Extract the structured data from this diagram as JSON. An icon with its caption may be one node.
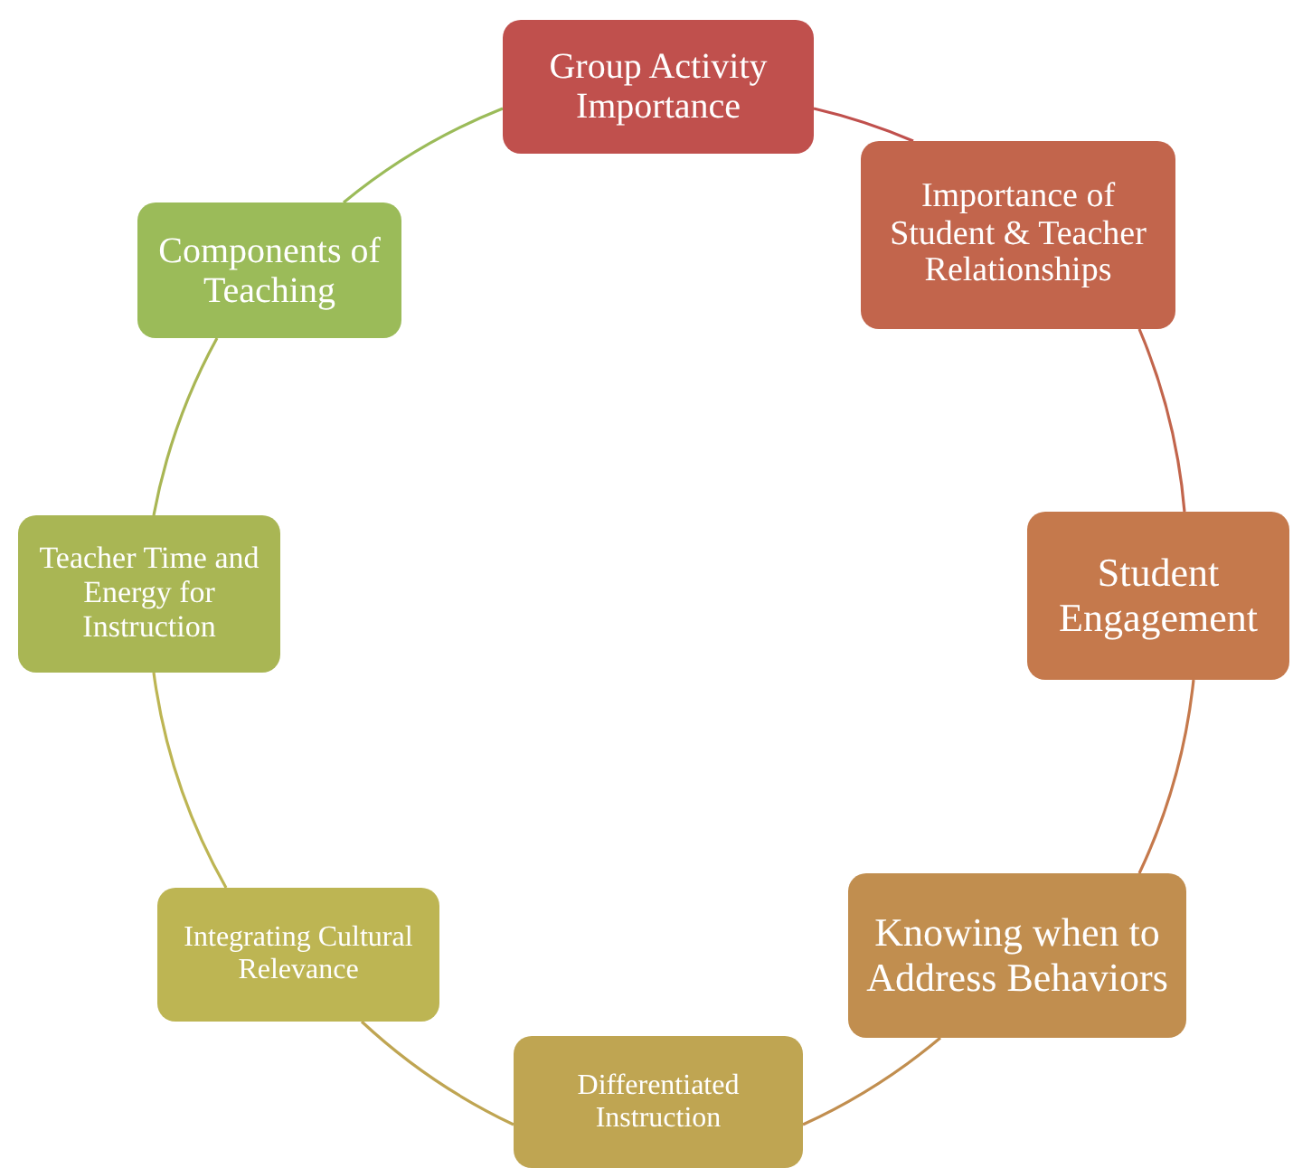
{
  "diagram": {
    "nodes": [
      {
        "text": [
          "Group Activity Importance"
        ]
      },
      {
        "text": [
          "Importance of Student & Teacher Relationships"
        ]
      },
      {
        "text": [
          "Student Engagement"
        ]
      },
      {
        "text": [
          "Knowing when to Address Behaviors"
        ]
      },
      {
        "text": [
          "Differentiated Instruction"
        ]
      },
      {
        "text": [
          "Integrating Cultural Relevance"
        ]
      },
      {
        "text": [
          "Teacher Time and Energy for Instruction"
        ]
      },
      {
        "text": [
          "Components of Teaching"
        ]
      }
    ],
    "edges": [
      {
        "from": 0,
        "to": 1,
        "arrow": "none",
        "color": "#c0504d"
      },
      {
        "from": 1,
        "to": 2,
        "arrow": "none",
        "color": "#c2654c"
      },
      {
        "from": 2,
        "to": 3,
        "arrow": "none",
        "color": "#c5794c"
      },
      {
        "from": 3,
        "to": 4,
        "arrow": "none",
        "color": "#c18e4f"
      },
      {
        "from": 4,
        "to": 5,
        "arrow": "none",
        "color": "#bfa552"
      },
      {
        "from": 5,
        "to": 6,
        "arrow": "none",
        "color": "#bdb553"
      },
      {
        "from": 6,
        "to": 7,
        "arrow": "none",
        "color": "#a9b654"
      },
      {
        "from": 7,
        "to": 0,
        "arrow": "none",
        "color": "#9bbb59"
      }
    ]
  }
}
